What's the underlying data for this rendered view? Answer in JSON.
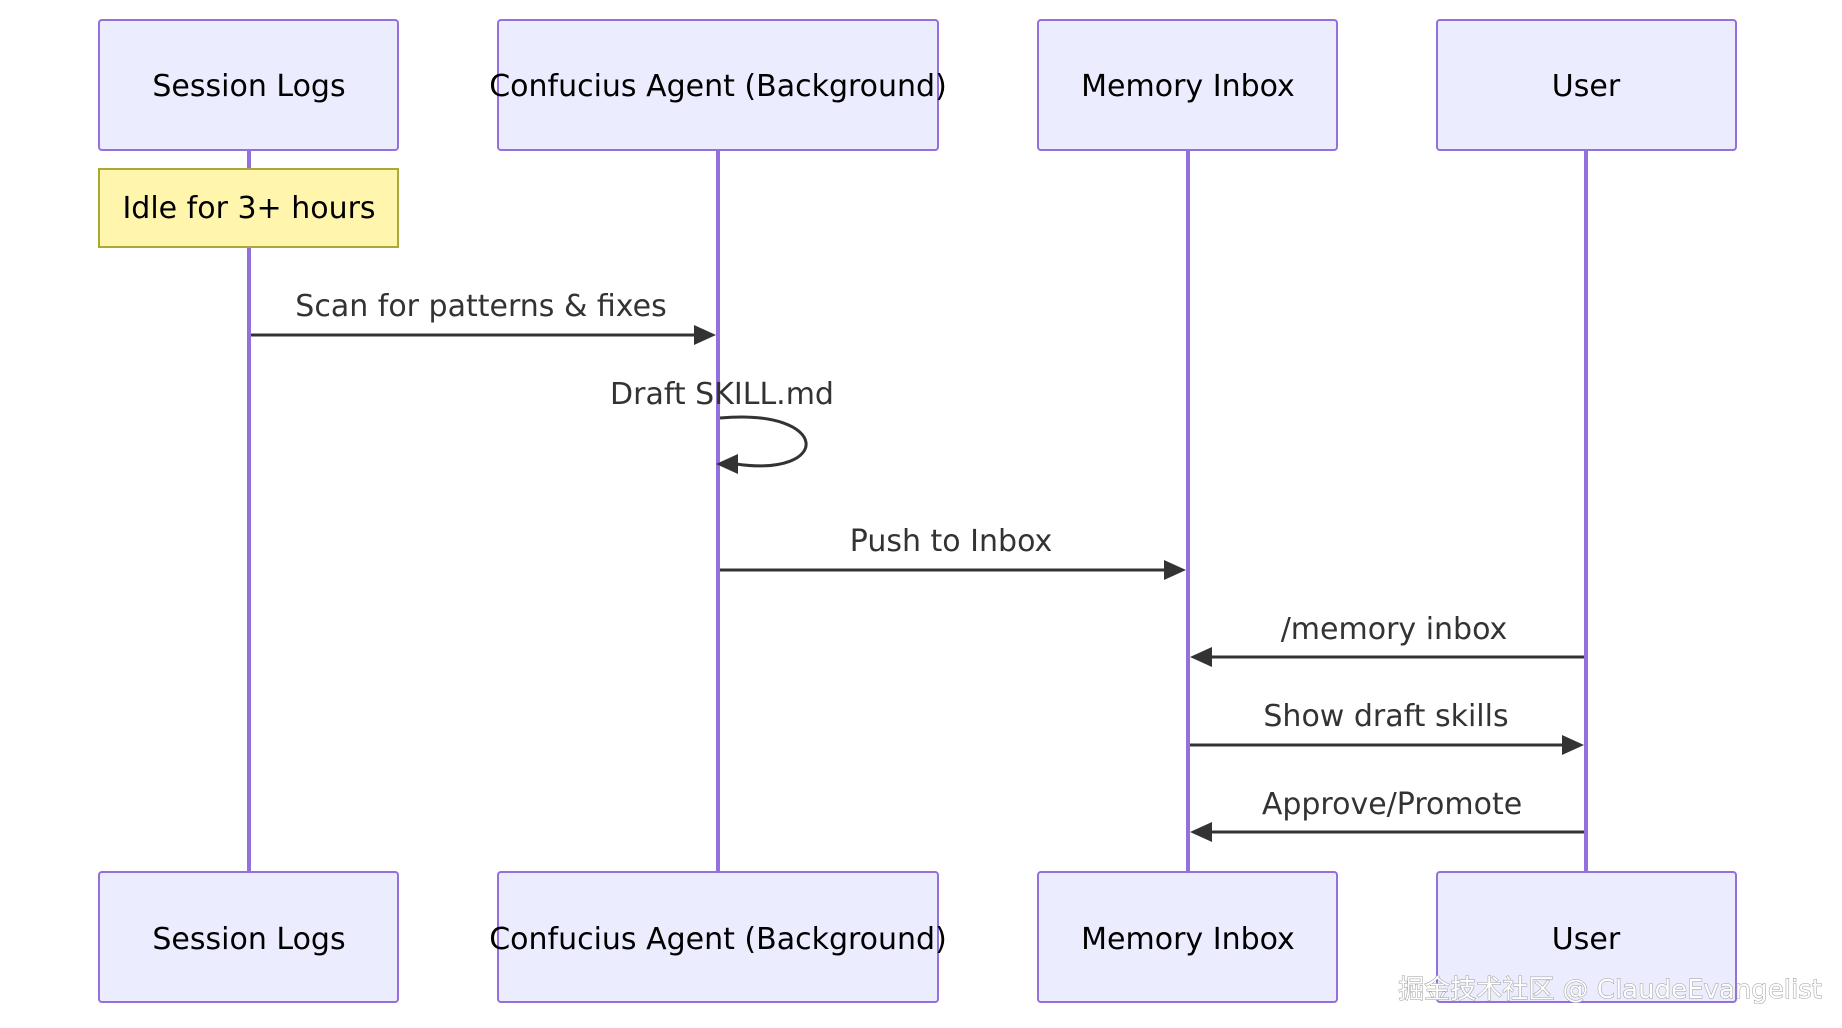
{
  "participants": [
    {
      "id": "logs",
      "label": "Session Logs"
    },
    {
      "id": "agent",
      "label": "Confucius Agent (Background)"
    },
    {
      "id": "inbox",
      "label": "Memory Inbox"
    },
    {
      "id": "user",
      "label": "User"
    }
  ],
  "note": {
    "text": "Idle for 3+ hours"
  },
  "messages": [
    {
      "from": "logs",
      "to": "agent",
      "label": "Scan for patterns & fixes"
    },
    {
      "from": "agent",
      "to": "agent",
      "label": "Draft SKILL.md"
    },
    {
      "from": "agent",
      "to": "inbox",
      "label": "Push to Inbox"
    },
    {
      "from": "user",
      "to": "inbox",
      "label": "/memory inbox"
    },
    {
      "from": "inbox",
      "to": "user",
      "label": "Show draft skills"
    },
    {
      "from": "user",
      "to": "inbox",
      "label": "Approve/Promote"
    }
  ],
  "watermark": {
    "text": "掘金技术社区 @ ClaudeEvangelist"
  },
  "colors": {
    "actor_fill": "#ececff",
    "actor_stroke": "#9370db",
    "note_fill": "#fff5ad",
    "note_stroke": "#aaaa33",
    "message": "#333333"
  }
}
